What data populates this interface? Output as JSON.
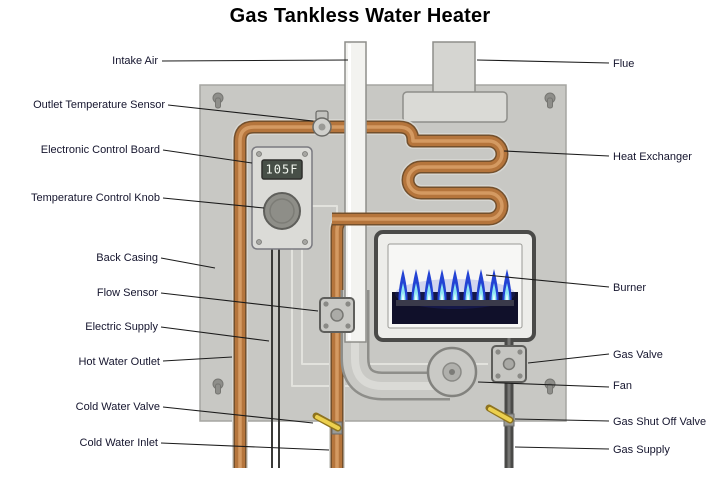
{
  "title": "Gas Tankless Water Heater",
  "control_board": {
    "display_value": "105F"
  },
  "labels": {
    "left": [
      {
        "id": "intake-air",
        "text": "Intake Air"
      },
      {
        "id": "outlet-temperature-sensor",
        "text": "Outlet Temperature Sensor"
      },
      {
        "id": "electronic-control-board",
        "text": "Electronic Control Board"
      },
      {
        "id": "temperature-control-knob",
        "text": "Temperature Control Knob"
      },
      {
        "id": "back-casing",
        "text": "Back Casing"
      },
      {
        "id": "flow-sensor",
        "text": "Flow Sensor"
      },
      {
        "id": "electric-supply",
        "text": "Electric Supply"
      },
      {
        "id": "hot-water-outlet",
        "text": "Hot Water Outlet"
      },
      {
        "id": "cold-water-valve",
        "text": "Cold Water Valve"
      },
      {
        "id": "cold-water-inlet",
        "text": "Cold Water Inlet"
      }
    ],
    "right": [
      {
        "id": "flue",
        "text": "Flue"
      },
      {
        "id": "heat-exchanger",
        "text": "Heat Exchanger"
      },
      {
        "id": "burner",
        "text": "Burner"
      },
      {
        "id": "gas-valve",
        "text": "Gas Valve"
      },
      {
        "id": "fan",
        "text": "Fan"
      },
      {
        "id": "gas-shut-off-valve",
        "text": "Gas Shut Off Valve"
      },
      {
        "id": "gas-supply",
        "text": "Gas Supply"
      }
    ]
  },
  "colors": {
    "casing_gray": "#c8c8c4",
    "copper_pipe": "#b5753c",
    "flame_blue": "#2343d4",
    "flame_cyan": "#8ee6f2",
    "valve_yellow": "#ecd04e",
    "display_screen": "#474f47"
  }
}
